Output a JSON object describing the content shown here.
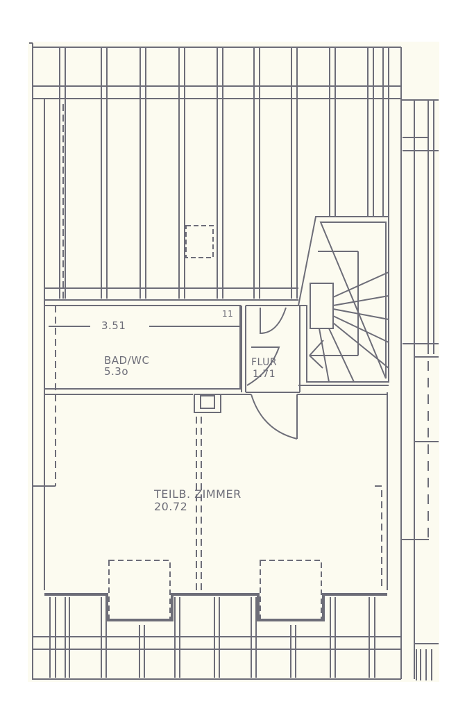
{
  "drawing": {
    "type": "floor-plan",
    "level": "attic",
    "colors": {
      "paper": "#fcfbf0",
      "ink": "#6d6d78",
      "background": "#ffffff"
    }
  },
  "rooms": [
    {
      "name": "BAD/WC",
      "area": "5.3o"
    },
    {
      "name": "FLUR",
      "area": "1.71"
    },
    {
      "name": "TEILB. ZIMMER",
      "area": "20.72"
    }
  ],
  "dimensions": {
    "bath_width": "3.51",
    "wall_mark": "11"
  }
}
